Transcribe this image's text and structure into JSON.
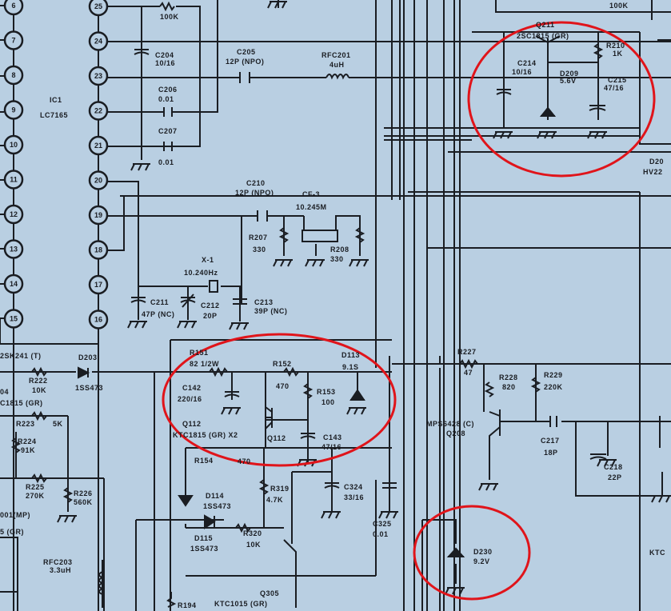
{
  "ic": {
    "ref": "IC1",
    "part": "LC7165"
  },
  "left_pins": [
    "6",
    "7",
    "8",
    "9",
    "10",
    "11",
    "12",
    "13",
    "14",
    "15"
  ],
  "right_pins": [
    "25",
    "24",
    "23",
    "22",
    "21",
    "20",
    "19",
    "18",
    "17",
    "16"
  ],
  "components": {
    "r_top": {
      "value": "100K"
    },
    "r_top_right": {
      "value": "100K"
    },
    "c204": {
      "ref": "C204",
      "value": "10/16"
    },
    "c205": {
      "ref": "C205",
      "value": "12P (NPO)"
    },
    "rfc201": {
      "ref": "RFC201",
      "value": "4uH"
    },
    "c206": {
      "ref": "C206",
      "value": "0.01"
    },
    "c207": {
      "ref": "C207",
      "value": "0.01"
    },
    "c210": {
      "ref": "C210",
      "value": "12P (NPO)"
    },
    "cf3": {
      "ref": "CF-3",
      "value": "10.245M"
    },
    "r207": {
      "ref": "R207",
      "value": "330"
    },
    "r208": {
      "ref": "R208",
      "value": "330"
    },
    "x1": {
      "ref": "X-1",
      "value": "10.240Hz"
    },
    "c211": {
      "ref": "C211",
      "value": "47P (NC)"
    },
    "c212": {
      "ref": "C212",
      "value": "20P"
    },
    "c213": {
      "ref": "C213",
      "value": "39P (NC)"
    },
    "q211": {
      "ref": "Q211",
      "value": "2SC1815 (GR)"
    },
    "r210": {
      "ref": "R210",
      "value": "1K"
    },
    "c214": {
      "ref": "C214",
      "value": "10/16"
    },
    "d209": {
      "ref": "D209",
      "value": "5.6V"
    },
    "c215": {
      "ref": "C215",
      "value": "47/16"
    },
    "d20x": {
      "ref": "D20",
      "value": "HV22"
    },
    "r151": {
      "ref": "R151",
      "value": "82 1/2W"
    },
    "c142": {
      "ref": "C142",
      "value": "220/16"
    },
    "r152": {
      "ref": "R152",
      "value": "470"
    },
    "r153": {
      "ref": "R153",
      "value": "100"
    },
    "d113": {
      "ref": "D113",
      "value": "9.1S"
    },
    "q112a": {
      "ref": "Q112",
      "value": "KTC1815 (GR) X2"
    },
    "q112b": {
      "ref": "Q112"
    },
    "c143": {
      "ref": "C143",
      "value": "47/16"
    },
    "r154": {
      "ref": "R154",
      "value": "470"
    },
    "d114": {
      "ref": "D114",
      "value": "1SS473"
    },
    "d115": {
      "ref": "D115",
      "value": "1SS473"
    },
    "r319": {
      "ref": "R319",
      "value": "4.7K"
    },
    "r320": {
      "ref": "R320",
      "value": "10K"
    },
    "c324": {
      "ref": "C324",
      "value": "33/16"
    },
    "c325": {
      "ref": "C325",
      "value": "0.01"
    },
    "q305": {
      "ref": "Q305",
      "value": "KTC1015 (GR)"
    },
    "r194": {
      "ref": "R194"
    },
    "d203": {
      "ref": "D203",
      "value": "1SS473"
    },
    "r222": {
      "ref": "R222",
      "value": "10K"
    },
    "r223": {
      "ref": "R223",
      "value": "5K"
    },
    "r224": {
      "ref": "R224",
      "value": "91K"
    },
    "r225": {
      "ref": "R225",
      "value": "270K"
    },
    "r226": {
      "ref": "R226",
      "value": "560K"
    },
    "rfc203": {
      "ref": "RFC203",
      "value": "3.3uH"
    },
    "left_frag1": {
      "value": "2SK241 (T)"
    },
    "left_frag2": {
      "value": "C1815 (GR)"
    },
    "left_frag3": {
      "value": "001(MP)"
    },
    "left_frag4": {
      "value": "5 (GR)"
    },
    "left_frag5": {
      "value": "04"
    },
    "r227": {
      "ref": "R227",
      "value": "47"
    },
    "r228": {
      "ref": "R228",
      "value": "820"
    },
    "r229": {
      "ref": "R229",
      "value": "220K"
    },
    "q208": {
      "ref": "Q208",
      "value": "MPS6428 (C)"
    },
    "c217": {
      "ref": "C217",
      "value": "18P"
    },
    "c218": {
      "ref": "C218",
      "value": "22P"
    },
    "d230": {
      "ref": "D230",
      "value": "9.2V"
    },
    "ktc": {
      "value": "KTC"
    }
  },
  "colors": {
    "paper": "#b9cfe2",
    "ink": "#1a1d22",
    "highlight": "#e0141a"
  }
}
